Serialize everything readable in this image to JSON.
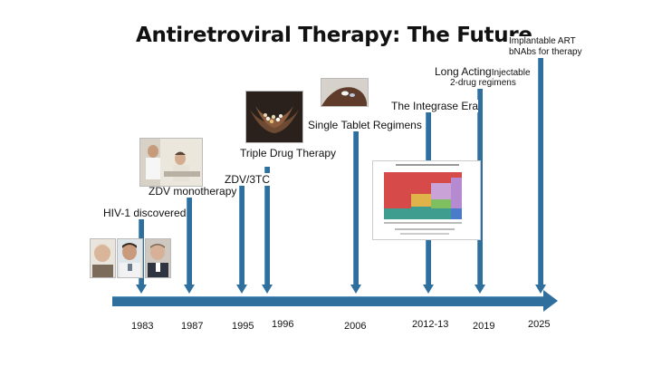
{
  "title": "Antiretroviral Therapy: The Future",
  "milestones": {
    "implantable": "Implantable ART",
    "bnabs": "bNAbs for therapy",
    "long_acting_a": "Long Acting",
    "long_acting_b": "Injectable",
    "two_drug": "2-drug regimens",
    "integrase": "The Integrase Era",
    "single_tablet": "Single Tablet Regimens",
    "triple": "Triple Drug Therapy",
    "zdv_3tc": "ZDV/3TC",
    "zdv_mono": "ZDV monotherapy",
    "hiv_discovered": "HIV-1 discovered"
  },
  "years": [
    "1983",
    "1987",
    "1995",
    "1996",
    "2006",
    "2012-13",
    "2019",
    "2025"
  ],
  "colors": {
    "pole": "#2e6f9e",
    "accent": "#5a95c2"
  }
}
